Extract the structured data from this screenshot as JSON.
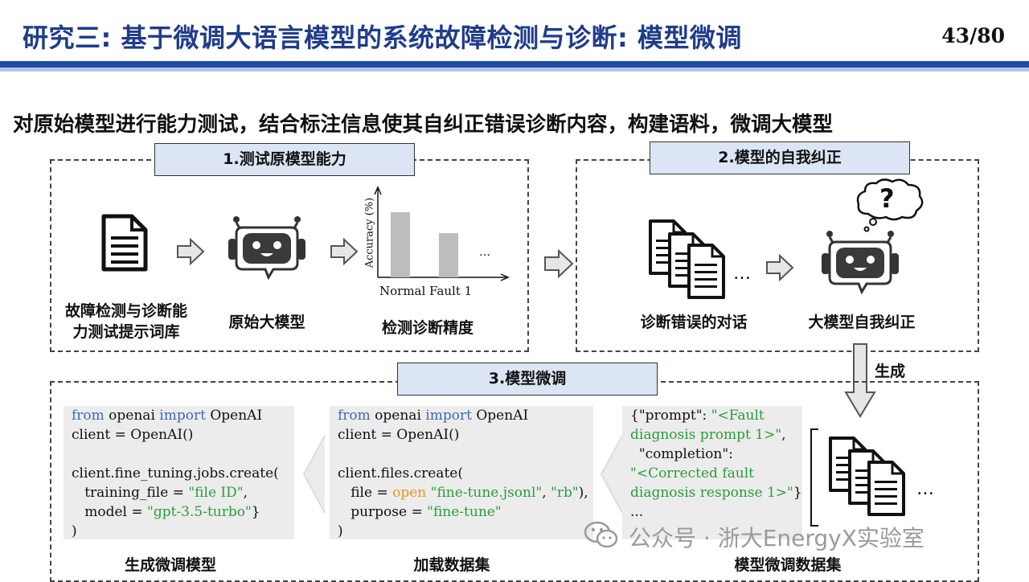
{
  "header": {
    "title": "研究三: 基于微调大语言模型的系统故障检测与诊断: 模型微调",
    "page": "43/80"
  },
  "subtitle": "对原始模型进行能力测试，结合标注信息使其自纠正错误诊断内容，构建语料，微调大模型",
  "panel1": {
    "header": "1.测试原模型能力",
    "doc_label_line1": "故障检测与诊断能",
    "doc_label_line2": "力测试提示词库",
    "robot_label": "原始大模型",
    "chart_label": "检测诊断精度",
    "chart_ylabel": "Accuracy (%)",
    "chart_xlabel": "Normal Fault 1",
    "chart_ellipsis": "…"
  },
  "panel2": {
    "header": "2.模型的自我纠正",
    "docs_label": "诊断错误的对话",
    "docs_ellipsis": "…",
    "robot_label": "大模型自我纠正",
    "bubble": "?",
    "generate_label": "生成"
  },
  "panel3": {
    "header": "3.模型微调",
    "code1": {
      "l1_kw1": "from",
      "l1_t1": " openai ",
      "l1_kw2": "import",
      "l1_t2": " OpenAI",
      "l2": "client = OpenAI()",
      "l4": "client.fine_tuning.jobs.create(",
      "l5_a": "   training_file = ",
      "l5_s": "\"file ID\"",
      "l5_b": ",",
      "l6_a": "   model = ",
      "l6_s": "\"gpt-3.5-turbo\"",
      "l6_b": "}",
      "l7": ")"
    },
    "code2": {
      "l1_kw1": "from",
      "l1_t1": " openai ",
      "l1_kw2": "import",
      "l1_t2": " OpenAI",
      "l2": "client = OpenAI()",
      "l4": "client.files.create(",
      "l5_a": "   file = ",
      "l5_o": "open",
      "l5_s1": " \"fine-tune.jsonl\"",
      "l5_c": ", ",
      "l5_s2": "\"rb\"",
      "l5_b": "),",
      "l6_a": "   purpose = ",
      "l6_s": "\"fine-tune\"",
      "l7": ")"
    },
    "code3": {
      "l1_a": "{\"prompt\": ",
      "l1_s": "\"<Fault",
      "l2_s": "diagnosis prompt 1>\"",
      "l2_b": ",",
      "l3": "  \"completion\":",
      "l4_s": "\"<Corrected fault",
      "l5_s": "diagnosis response 1>\"",
      "l5_b": "}",
      "l6": "..."
    },
    "label1": "生成微调模型",
    "label2": "加载数据集",
    "label3": "模型微调数据集",
    "docs_ellipsis": "…"
  },
  "watermark": "公众号 · 浙大EnergyX实验室"
}
